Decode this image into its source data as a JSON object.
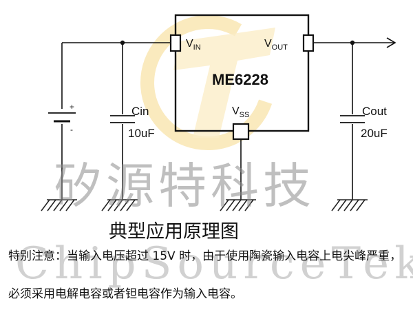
{
  "chip": {
    "name": "ME6228",
    "pins": {
      "vin": {
        "main": "V",
        "sub": "IN"
      },
      "vout": {
        "main": "V",
        "sub": "OUT"
      },
      "vss": {
        "main": "V",
        "sub": "SS"
      }
    }
  },
  "components": {
    "battery": {
      "plus": "+",
      "minus": "-"
    },
    "cin": {
      "name": "Cin",
      "value": "10uF"
    },
    "cout": {
      "name": "Cout",
      "value": "20uF"
    }
  },
  "watermark": {
    "cn": "矽源特科技",
    "en": "ChipSourceTek",
    "logo_color": "#f6d98a"
  },
  "caption": "典型应用原理图",
  "note": {
    "line1": "特别注意：当输入电压超过 15V 时，由于使用陶瓷输入电容上电尖峰严重，",
    "line2": "必须采用电解电容或者钽电容作为输入电容。"
  },
  "colors": {
    "wire": "#111111",
    "pin_fill": "#ffffff",
    "ground": "#222222"
  }
}
